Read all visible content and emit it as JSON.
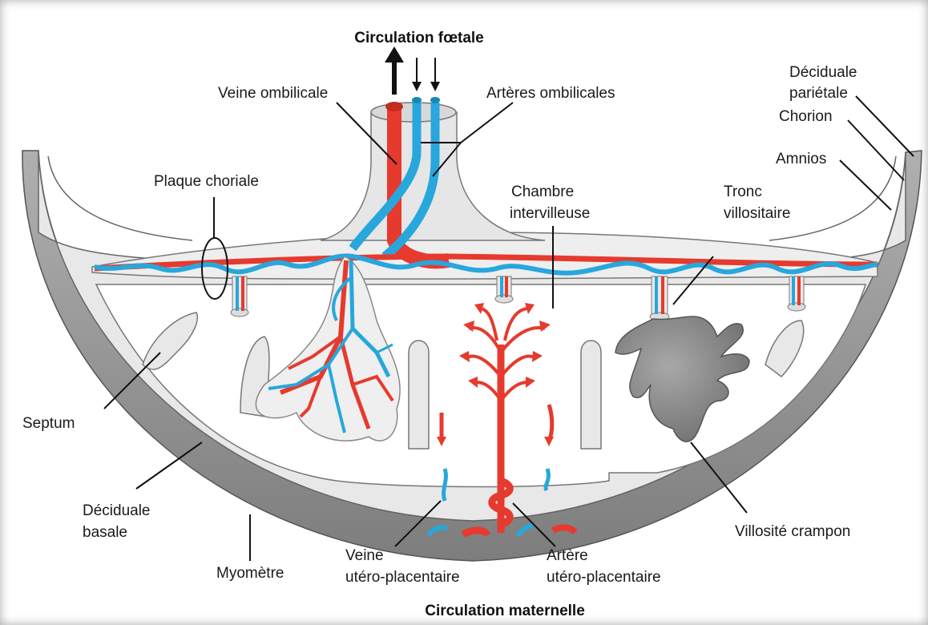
{
  "title_top": "Circulation fœtale",
  "title_bottom": "Circulation maternelle",
  "labels": {
    "veine_ombilicale": "Veine ombilicale",
    "arteres_ombilicales": "Artères ombilicales",
    "deciduale_parietale_1": "Déciduale",
    "deciduale_parietale_2": "pariétale",
    "chorion": "Chorion",
    "amnios": "Amnios",
    "plaque_choriale": "Plaque choriale",
    "chambre_1": "Chambre",
    "chambre_2": "intervilleuse",
    "tronc_1": "Tronc",
    "tronc_2": "villositaire",
    "septum": "Septum",
    "deciduale_basale_1": "Déciduale",
    "deciduale_basale_2": "basale",
    "myometre": "Myomètre",
    "veine_up_1": "Veine",
    "veine_up_2": "utéro-placentaire",
    "artere_up_1": "Artère",
    "artere_up_2": "utéro-placentaire",
    "villosite_crampon": "Villosité crampon"
  },
  "colors": {
    "artery_red": "#e63a2e",
    "vein_blue": "#27a7dc",
    "tissue_light": "#e6e6e6",
    "myometrium": "#9a9a9a",
    "villus_grey": "#8c8c8c"
  }
}
